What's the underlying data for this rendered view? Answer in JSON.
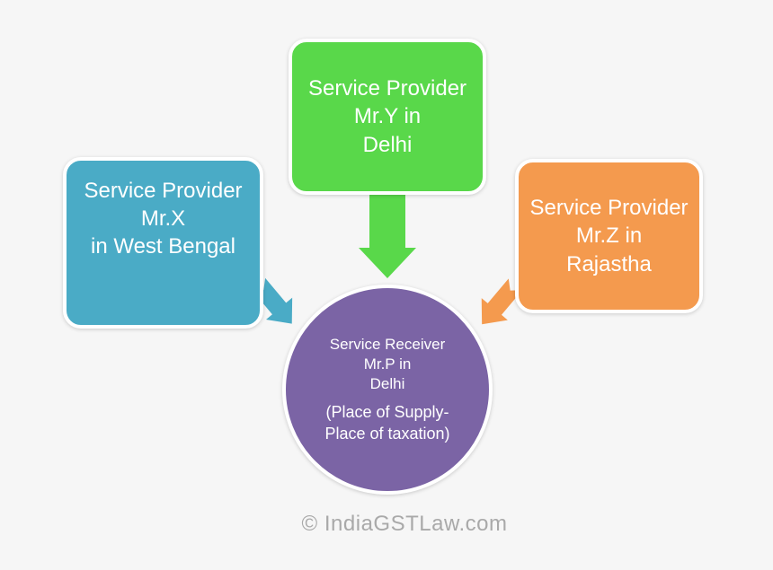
{
  "colors": {
    "background": "#f6f6f6",
    "green": "#59d84a",
    "blue": "#4aabc6",
    "orange": "#f49a4e",
    "purple": "#7b64a5",
    "watermark_gray": "#a9a9a9"
  },
  "providers": [
    {
      "id": "mrx",
      "line1": "Service Provider",
      "line2": "Mr.X",
      "line3": "in West Bengal",
      "color": "#4aabc6",
      "location": "West Bengal"
    },
    {
      "id": "mry",
      "line1": "Service Provider",
      "line2": "Mr.Y in",
      "line3": "Delhi",
      "color": "#59d84a",
      "location": "Delhi"
    },
    {
      "id": "mrz",
      "line1": "Service Provider",
      "line2": "Mr.Z in",
      "line3": "Rajastha",
      "color": "#f49a4e",
      "location": "Rajastha"
    }
  ],
  "receiver": {
    "line1": "Service Receiver",
    "line2": "Mr.P in",
    "line3": "Delhi",
    "note1": "(Place of Supply-",
    "note2": "Place of taxation)",
    "color": "#7b64a5"
  },
  "watermark": "© IndiaGSTLaw.com"
}
